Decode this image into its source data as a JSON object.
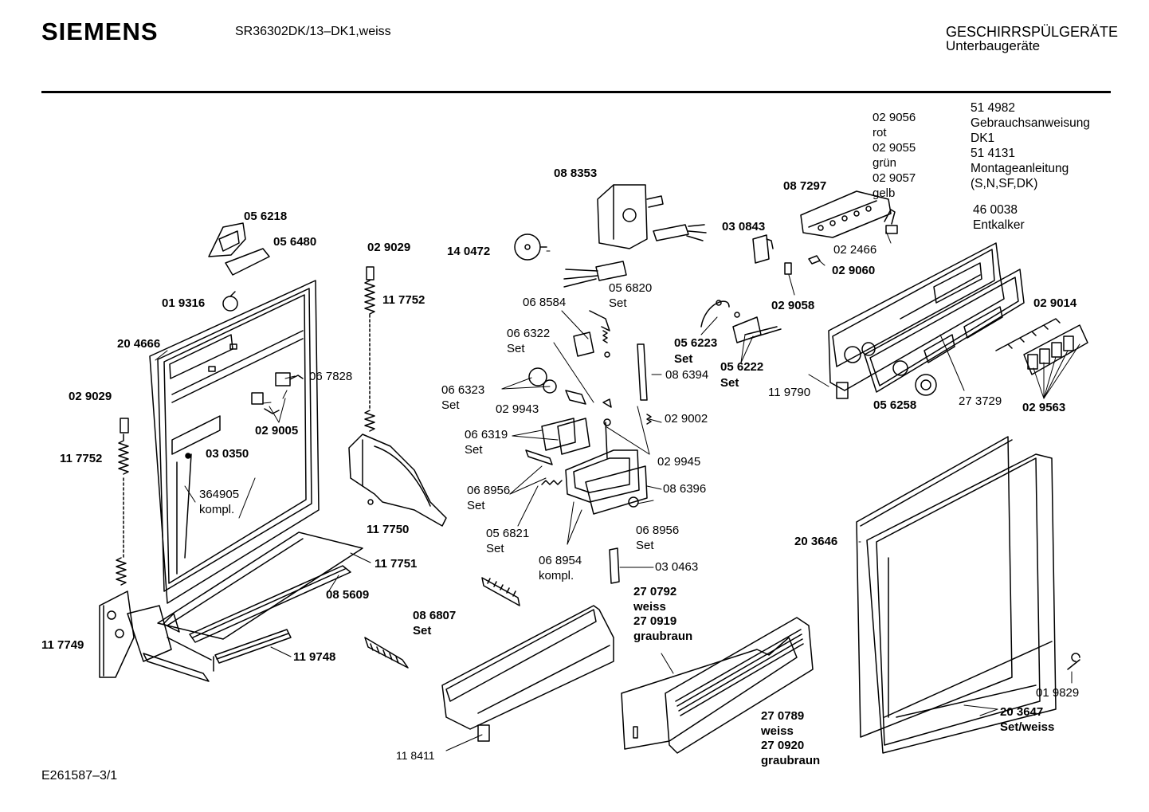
{
  "header": {
    "brand": "SIEMENS",
    "model": "SR36302DK/13–DK1,weiss",
    "category_line1": "GESCHIRRSPÜLGERÄTE",
    "category_line2": "Unterbaugeräte"
  },
  "footer": {
    "drawing_id": "E261587–3/1"
  },
  "documents": {
    "colors": [
      "02 9056",
      "rot",
      "02 9055",
      "grün",
      "02 9057",
      "gelb"
    ],
    "manuals": [
      "51 4982",
      "Gebrauchsanweisung",
      "DK1",
      "51 4131",
      "Montageanleitung",
      "(S,N,SF,DK)"
    ],
    "descaler": [
      "46 0038",
      "Entkalker"
    ]
  },
  "parts": [
    {
      "id": "p-088353",
      "text": "08 8353",
      "bold": true
    },
    {
      "id": "p-087297",
      "text": "08 7297",
      "bold": true
    },
    {
      "id": "p-030843",
      "text": "03 0843",
      "bold": true
    },
    {
      "id": "p-022466",
      "text": "02 2466",
      "bold": false
    },
    {
      "id": "p-029060",
      "text": "02 9060",
      "bold": true
    },
    {
      "id": "p-029058",
      "text": "02 9058",
      "bold": true
    },
    {
      "id": "p-056218",
      "text": "05 6218",
      "bold": true
    },
    {
      "id": "p-056480",
      "text": "05 6480",
      "bold": true
    },
    {
      "id": "p-029029a",
      "text": "02 9029",
      "bold": true
    },
    {
      "id": "p-140472",
      "text": "14 0472",
      "bold": true
    },
    {
      "id": "p-117752a",
      "text": "11 7752",
      "bold": true
    },
    {
      "id": "p-019316",
      "text": "01 9316",
      "bold": true
    },
    {
      "id": "p-204666",
      "text": "20 4666",
      "bold": true
    },
    {
      "id": "p-056820",
      "text": "05 6820",
      "bold": false
    },
    {
      "id": "p-056820s",
      "text": "Set",
      "bold": false
    },
    {
      "id": "p-068584",
      "text": "06 8584",
      "bold": false
    },
    {
      "id": "p-066322",
      "text": "06 6322",
      "bold": false
    },
    {
      "id": "p-066322s",
      "text": "Set",
      "bold": false
    },
    {
      "id": "p-067828",
      "text": "06 7828",
      "bold": false
    },
    {
      "id": "p-029029b",
      "text": "02 9029",
      "bold": true
    },
    {
      "id": "p-066323",
      "text": "06 6323",
      "bold": false
    },
    {
      "id": "p-066323s",
      "text": "Set",
      "bold": false
    },
    {
      "id": "p-029943",
      "text": "02 9943",
      "bold": false
    },
    {
      "id": "p-029005",
      "text": "02 9005",
      "bold": true
    },
    {
      "id": "p-066319",
      "text": "06 6319",
      "bold": false
    },
    {
      "id": "p-066319s",
      "text": "Set",
      "bold": false
    },
    {
      "id": "p-030350",
      "text": "03 0350",
      "bold": true
    },
    {
      "id": "p-117752b",
      "text": "11 7752",
      "bold": true
    },
    {
      "id": "p-086394",
      "text": "08 6394",
      "bold": false
    },
    {
      "id": "p-029002",
      "text": "02 9002",
      "bold": false
    },
    {
      "id": "p-029945",
      "text": "02 9945",
      "bold": false
    },
    {
      "id": "p-056223",
      "text": "05 6223",
      "bold": true
    },
    {
      "id": "p-056223s",
      "text": "Set",
      "bold": true
    },
    {
      "id": "p-056222",
      "text": "05 6222",
      "bold": true
    },
    {
      "id": "p-056222s",
      "text": "Set",
      "bold": true
    },
    {
      "id": "p-119790",
      "text": "11 9790",
      "bold": false
    },
    {
      "id": "p-056258",
      "text": "05 6258",
      "bold": true
    },
    {
      "id": "p-273729",
      "text": "27 3729",
      "bold": false
    },
    {
      "id": "p-029014",
      "text": "02 9014",
      "bold": true
    },
    {
      "id": "p-029563",
      "text": "02 9563",
      "bold": true
    },
    {
      "id": "p-364905",
      "text": "364905",
      "bold": false
    },
    {
      "id": "p-364905k",
      "text": "kompl.",
      "bold": false
    },
    {
      "id": "p-068956a",
      "text": "06 8956",
      "bold": false
    },
    {
      "id": "p-068956as",
      "text": "Set",
      "bold": false
    },
    {
      "id": "p-086396",
      "text": "08 6396",
      "bold": false
    },
    {
      "id": "p-117750",
      "text": "11 7750",
      "bold": true
    },
    {
      "id": "p-056821",
      "text": "05 6821",
      "bold": false
    },
    {
      "id": "p-056821s",
      "text": "Set",
      "bold": false
    },
    {
      "id": "p-068956b",
      "text": "06 8956",
      "bold": false
    },
    {
      "id": "p-068956bs",
      "text": "Set",
      "bold": false
    },
    {
      "id": "p-203646",
      "text": "20 3646",
      "bold": true
    },
    {
      "id": "p-117751",
      "text": "11 7751",
      "bold": true
    },
    {
      "id": "p-068954",
      "text": "06 8954",
      "bold": false
    },
    {
      "id": "p-068954k",
      "text": "kompl.",
      "bold": false
    },
    {
      "id": "p-030463",
      "text": "03 0463",
      "bold": false
    },
    {
      "id": "p-085609",
      "text": "08 5609",
      "bold": true
    },
    {
      "id": "p-270792",
      "text": "27 0792",
      "bold": true
    },
    {
      "id": "p-270792w",
      "text": "weiss",
      "bold": true
    },
    {
      "id": "p-270919",
      "text": "27 0919",
      "bold": true
    },
    {
      "id": "p-270919g",
      "text": "graubraun",
      "bold": true
    },
    {
      "id": "p-086807",
      "text": "08 6807",
      "bold": true
    },
    {
      "id": "p-086807s",
      "text": "Set",
      "bold": true
    },
    {
      "id": "p-117749",
      "text": "11 7749",
      "bold": true
    },
    {
      "id": "p-119748",
      "text": "11 9748",
      "bold": true
    },
    {
      "id": "p-019829",
      "text": "01 9829",
      "bold": false
    },
    {
      "id": "p-203647",
      "text": "20 3647",
      "bold": true
    },
    {
      "id": "p-203647s",
      "text": "Set/weiss",
      "bold": true
    },
    {
      "id": "p-270789",
      "text": "27 0789",
      "bold": true
    },
    {
      "id": "p-270789w",
      "text": "weiss",
      "bold": true
    },
    {
      "id": "p-270920",
      "text": "27 0920",
      "bold": true
    },
    {
      "id": "p-270920g",
      "text": "graubraun",
      "bold": true
    },
    {
      "id": "p-118411",
      "text": "11  8411",
      "bold": false
    }
  ]
}
